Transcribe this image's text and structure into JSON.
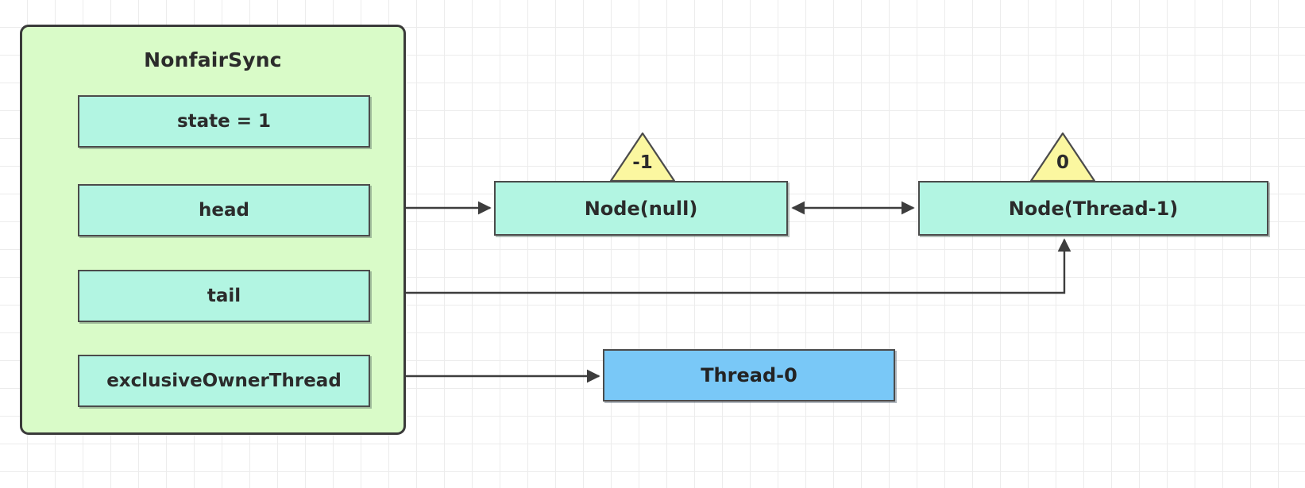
{
  "diagram": {
    "title": "AQS NonfairSync state diagram",
    "colors": {
      "container_fill": "#d9fbc8",
      "field_fill": "#b2f5e2",
      "node_fill": "#b2f5e2",
      "waitstatus_fill": "#fbf7a0",
      "thread_fill": "#79c8f7",
      "stroke": "#3d3d3d",
      "grid": "#ececec"
    }
  },
  "sync": {
    "title": "NonfairSync",
    "fields": [
      {
        "label": "state = 1",
        "name": "state"
      },
      {
        "label": "head",
        "name": "head"
      },
      {
        "label": "tail",
        "name": "tail"
      },
      {
        "label": "exclusiveOwnerThread",
        "name": "exclusive-owner-thread"
      }
    ]
  },
  "queue": {
    "nodes": [
      {
        "label": "Node(null)",
        "wait_status": "-1"
      },
      {
        "label": "Node(Thread-1)",
        "wait_status": "0"
      }
    ]
  },
  "owner": {
    "thread_label": "Thread-0"
  },
  "edges": [
    {
      "name": "head-to-node0",
      "from": "head",
      "to": "Node(null)",
      "style": "arrow-right"
    },
    {
      "name": "node0-to-node1",
      "from": "Node(null)",
      "to": "Node(Thread-1)",
      "style": "double-arrow"
    },
    {
      "name": "tail-to-node1",
      "from": "Node(Thread-1)",
      "to": "tail",
      "style": "arrow-left-elbow"
    },
    {
      "name": "owner-to-thread0",
      "from": "exclusiveOwnerThread",
      "to": "Thread-0",
      "style": "arrow-right"
    }
  ]
}
